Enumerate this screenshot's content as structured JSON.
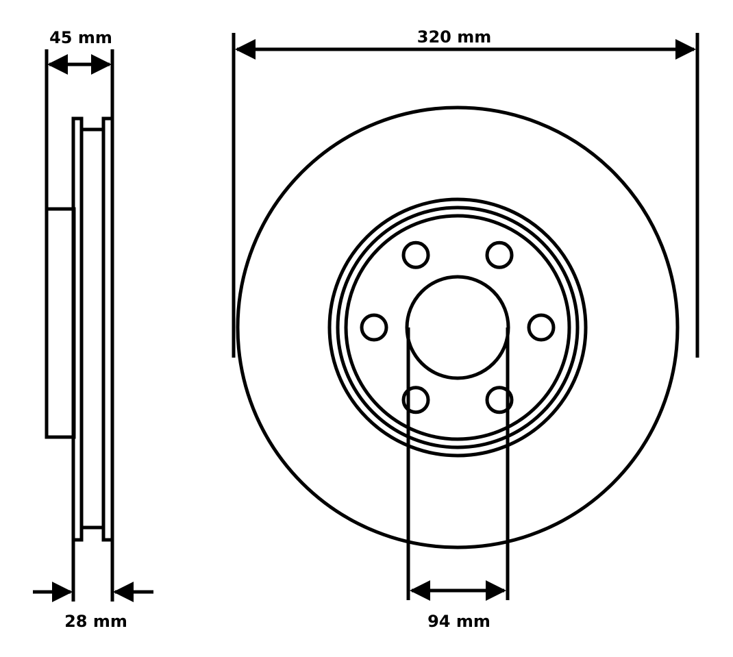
{
  "dimensions": {
    "overall_thickness": "45 mm",
    "disc_thickness": "28 mm",
    "outer_diameter": "320 mm",
    "center_bore": "94 mm"
  },
  "disc": {
    "bolt_hole_count": 6
  },
  "colors": {
    "line": "#000000",
    "background": "#ffffff"
  }
}
